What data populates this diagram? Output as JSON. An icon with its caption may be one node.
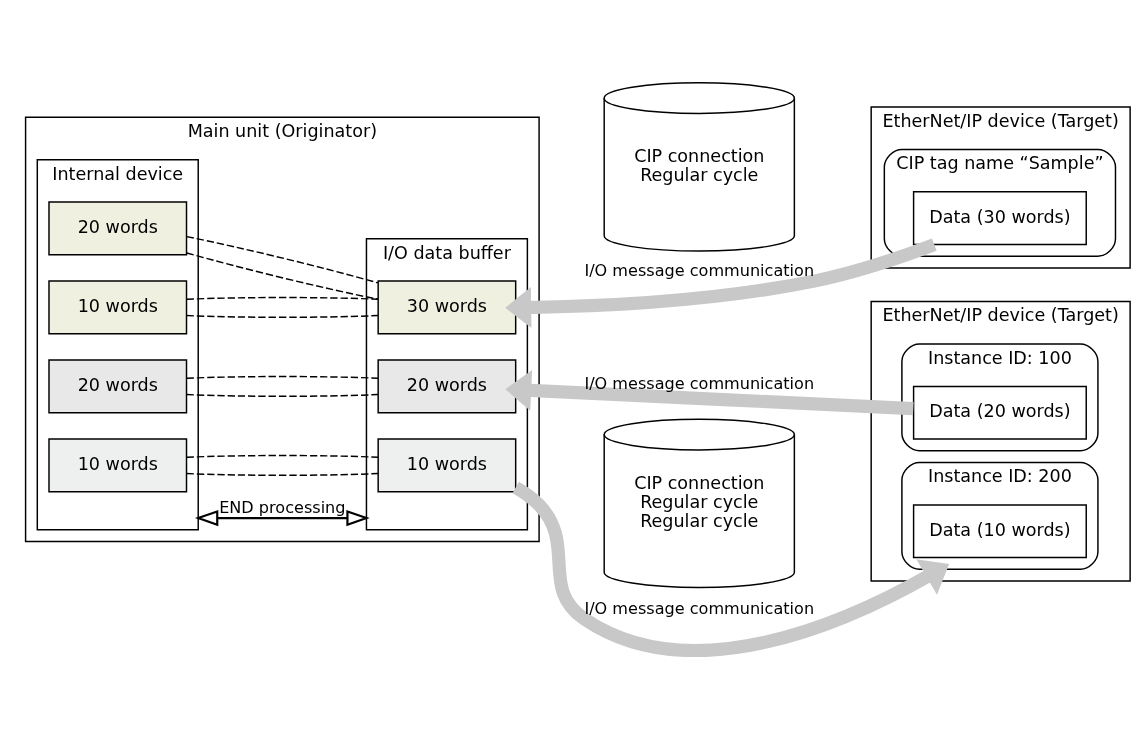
{
  "diagram": {
    "nodes": [
      {
        "text": [
          "Main unit (Originator)"
        ]
      },
      {
        "text": [
          "Internal device"
        ],
        "in": 0
      },
      {
        "text": [
          "20 words"
        ],
        "in": 1
      },
      {
        "text": [
          "10 words"
        ],
        "in": 1
      },
      {
        "text": [
          "20 words"
        ],
        "in": 1
      },
      {
        "text": [
          "10 words"
        ],
        "in": 1
      },
      {
        "text": [
          "I/O data buffer"
        ],
        "in": 0
      },
      {
        "text": [
          "30 words"
        ],
        "in": 6
      },
      {
        "text": [
          "20 words"
        ],
        "in": 6
      },
      {
        "text": [
          "10 words"
        ],
        "in": 6
      },
      {
        "text": [
          "CIP connection",
          "Regular cycle"
        ]
      },
      {
        "text": [
          "CIP connection",
          "Regular cycle",
          "Regular cycle"
        ]
      },
      {
        "text": [
          "EtherNet/IP device (Target)"
        ]
      },
      {
        "text": [
          "CIP tag name “Sample”"
        ],
        "in": 12
      },
      {
        "text": [
          "Data (30 words)"
        ],
        "in": 13
      },
      {
        "text": [
          "EtherNet/IP device (Target)"
        ]
      },
      {
        "text": [
          "Instance ID: 100"
        ],
        "in": 15
      },
      {
        "text": [
          "Data (20 words)"
        ],
        "in": 16
      },
      {
        "text": [
          "Instance ID: 200"
        ],
        "in": 15
      },
      {
        "text": [
          "Data (10 words)"
        ],
        "in": 18
      }
    ],
    "edges": [
      {
        "from": 1,
        "to": 6,
        "arrow": "both",
        "label": "END processing"
      },
      {
        "from": 2,
        "to": 7,
        "arrow": "none",
        "style": "dashed"
      },
      {
        "from": 2,
        "to": 7,
        "arrow": "none",
        "style": "dashed"
      },
      {
        "from": 3,
        "to": 7,
        "arrow": "none",
        "style": "dashed"
      },
      {
        "from": 3,
        "to": 7,
        "arrow": "none",
        "style": "dashed"
      },
      {
        "from": 4,
        "to": 8,
        "arrow": "none",
        "style": "dashed"
      },
      {
        "from": 4,
        "to": 8,
        "arrow": "none",
        "style": "dashed"
      },
      {
        "from": 5,
        "to": 9,
        "arrow": "none",
        "style": "dashed"
      },
      {
        "from": 5,
        "to": 9,
        "arrow": "none",
        "style": "dashed"
      },
      {
        "from": 13,
        "to": 7,
        "arrow": "to",
        "label": "I/O message communication",
        "style": "thick",
        "color": "#c8c8c8"
      },
      {
        "from": 16,
        "to": 8,
        "arrow": "to",
        "label": "I/O message communication",
        "style": "thick",
        "color": "#c8c8c8"
      },
      {
        "from": 9,
        "to": 18,
        "arrow": "to",
        "label": "I/O message communication",
        "style": "thick",
        "color": "#c8c8c8"
      }
    ]
  }
}
